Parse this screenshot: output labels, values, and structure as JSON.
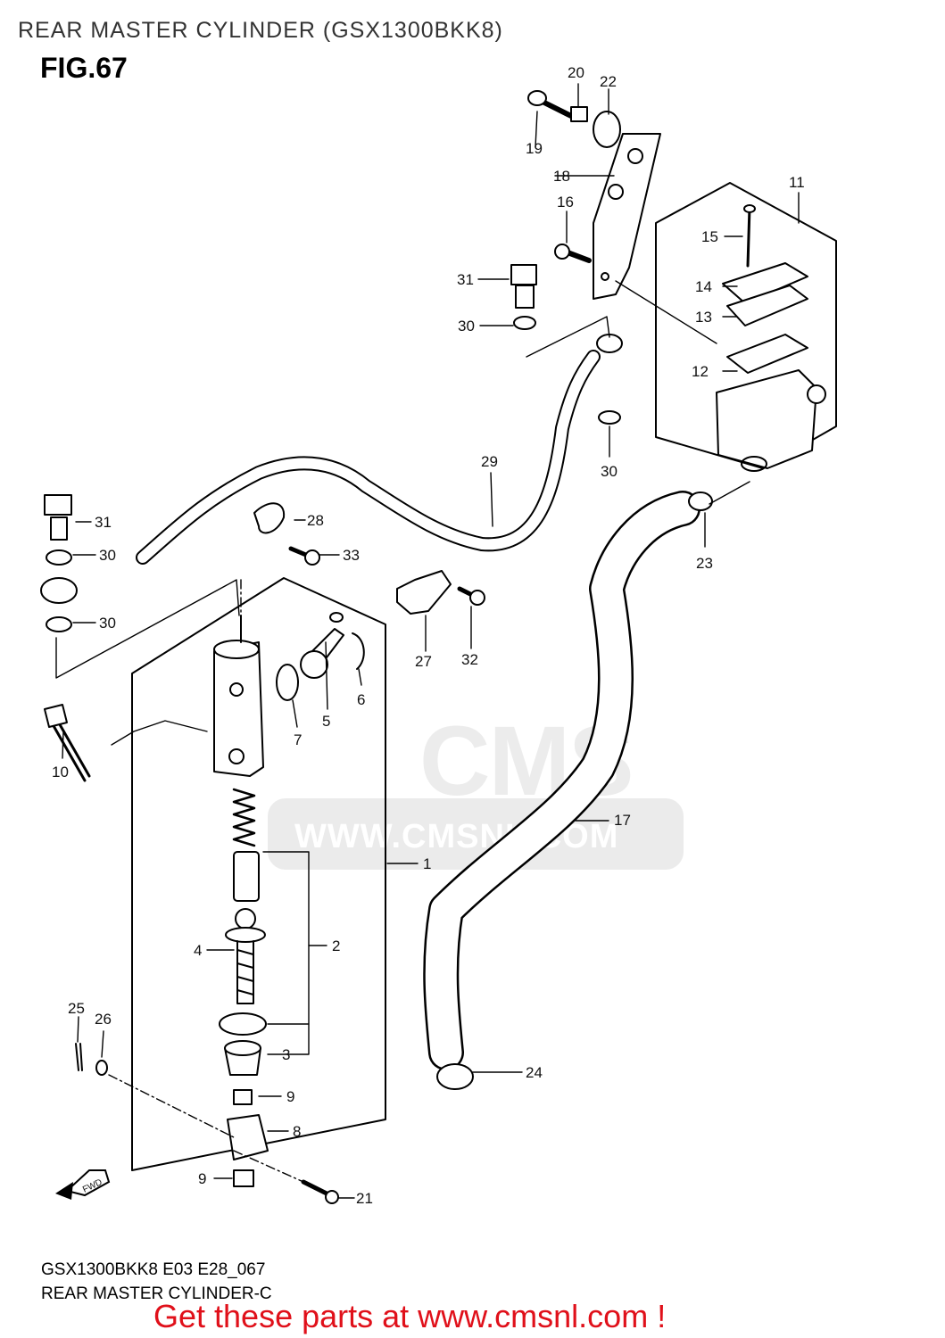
{
  "header": {
    "title": "REAR MASTER CYLINDER (GSX1300BKK8)",
    "figure": "FIG.67"
  },
  "watermark": {
    "brand": "CMS",
    "url": "WWW.CMSNL.COM"
  },
  "labels": {
    "p1": "1",
    "p2": "2",
    "p3": "3",
    "p4": "4",
    "p5": "5",
    "p6": "6",
    "p7": "7",
    "p8": "8",
    "p9a": "9",
    "p9b": "9",
    "p10": "10",
    "p11": "11",
    "p12": "12",
    "p13": "13",
    "p14": "14",
    "p15": "15",
    "p16": "16",
    "p17": "17",
    "p18": "18",
    "p19": "19",
    "p20": "20",
    "p21": "21",
    "p22": "22",
    "p23": "23",
    "p24": "24",
    "p25": "25",
    "p26": "26",
    "p27": "27",
    "p28": "28",
    "p29": "29",
    "p30a": "30",
    "p30b": "30",
    "p30c": "30",
    "p30d": "30",
    "p31a": "31",
    "p31b": "31",
    "p32": "32",
    "p33": "33"
  },
  "fwd_arrow": "FWD",
  "footer": {
    "code": "GSX1300BKK8 E03 E28_067",
    "name": "REAR MASTER CYLINDER-C",
    "promo": "Get these parts at www.cmsnl.com !"
  },
  "colors": {
    "promo": "#e0101a",
    "line": "#000000",
    "watermark": "#ebebeb"
  }
}
